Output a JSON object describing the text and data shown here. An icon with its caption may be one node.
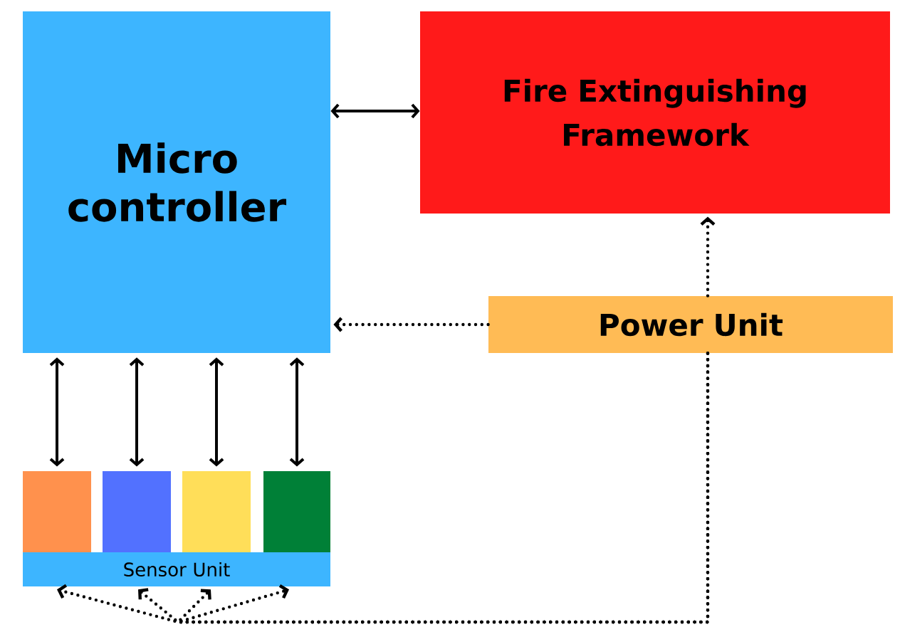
{
  "diagram": {
    "nodes": [
      {
        "text": [
          "Micro controller"
        ]
      },
      {
        "text": [
          "Fire Extinguishing Framework"
        ]
      },
      {
        "text": [
          "Power Unit"
        ]
      },
      {
        "text": [
          "Sensor Unit"
        ]
      },
      {
        "text": [],
        "shape": "box"
      },
      {
        "text": [],
        "shape": "box"
      },
      {
        "text": [],
        "shape": "box"
      },
      {
        "text": [],
        "shape": "box"
      }
    ],
    "edges": [
      {
        "from": 0,
        "to": 1,
        "arrow": "both"
      },
      {
        "from": 0,
        "to": 4,
        "arrow": "both"
      },
      {
        "from": 0,
        "to": 5,
        "arrow": "both"
      },
      {
        "from": 0,
        "to": 6,
        "arrow": "both"
      },
      {
        "from": 0,
        "to": 7,
        "arrow": "both"
      },
      {
        "from": 2,
        "to": 0,
        "arrow": "to",
        "style": "dashed"
      },
      {
        "from": 2,
        "to": 1,
        "arrow": "to",
        "style": "dashed"
      },
      {
        "from": 2,
        "to": 3,
        "arrow": "to",
        "style": "dashed"
      },
      {
        "from": 2,
        "to": 3,
        "arrow": "to",
        "style": "dashed"
      },
      {
        "from": 2,
        "to": 3,
        "arrow": "to",
        "style": "dashed"
      },
      {
        "from": 2,
        "to": 3,
        "arrow": "to",
        "style": "dashed"
      }
    ]
  }
}
